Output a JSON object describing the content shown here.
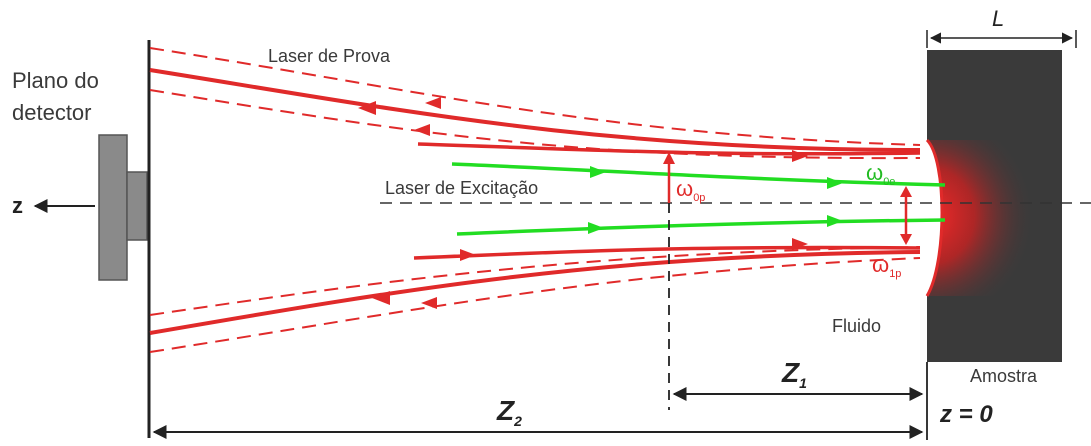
{
  "labels": {
    "detector_line1": "Plano do",
    "detector_line2": "detector",
    "z_axis": "z",
    "probe_laser": "Laser de Prova",
    "excitation_laser": "Laser de Excitação",
    "omega0p_symbol": "ω",
    "omega0p_sub": "0p",
    "omega0e_symbol": "ω",
    "omega0e_sub": "0e",
    "omega1p_symbol": "ω",
    "omega1p_sub": "1p",
    "fluid": "Fluido",
    "sample": "Amostra",
    "length": "L",
    "z1_symbol": "Z",
    "z1_sub": "1",
    "z2_symbol": "Z",
    "z2_sub": "2",
    "z_zero": "z = 0"
  },
  "colors": {
    "probe": "#e02a2a",
    "excitation": "#22dd22",
    "sample": "#3a3a3a",
    "detector": "#8a8a8a",
    "line": "#222222",
    "omega_green": "#22bb22",
    "omega_red": "#e02a2a"
  }
}
